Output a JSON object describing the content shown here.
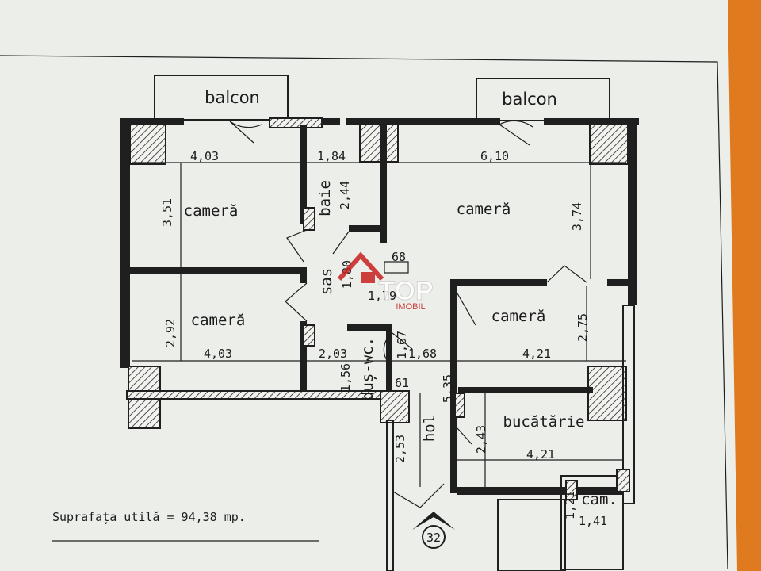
{
  "plan": {
    "balconies": [
      "balcon",
      "balcon"
    ],
    "rooms": {
      "camera_top_left": "cameră",
      "camera_mid_left": "cameră",
      "camera_top_right": "cameră",
      "camera_mid_right": "cameră",
      "baie": "baie",
      "sas": "sas",
      "dus_wc": "duș-wc.",
      "hol": "hol",
      "bucatarie": "bucătărie",
      "camara": "căm."
    },
    "dimensions": {
      "d_403_top": "4,03",
      "d_184": "1,84",
      "d_610": "6,10",
      "d_351": "3,51",
      "d_244": "2,44",
      "d_374": "3,74",
      "d_68": "68",
      "d_180": "1,80",
      "d_179": "1,79",
      "d_292": "2,92",
      "d_403_bottom": "4,03",
      "d_203": "2,03",
      "d_167": "1,67",
      "d_168": "1,68",
      "d_421_mid": "4,21",
      "d_275": "2,75",
      "d_156": "1,56",
      "d_61": "61",
      "d_535": "5,35",
      "d_253": "2,53",
      "d_243": "2,43",
      "d_421_bottom": "4,21",
      "d_121": "1,21",
      "d_141": "1,41"
    },
    "area_text": "Suprafața utilă = 94,38 mp.",
    "apartment_number": "32",
    "watermark": {
      "brand": "TOP",
      "sub": "IMOBIL"
    }
  }
}
